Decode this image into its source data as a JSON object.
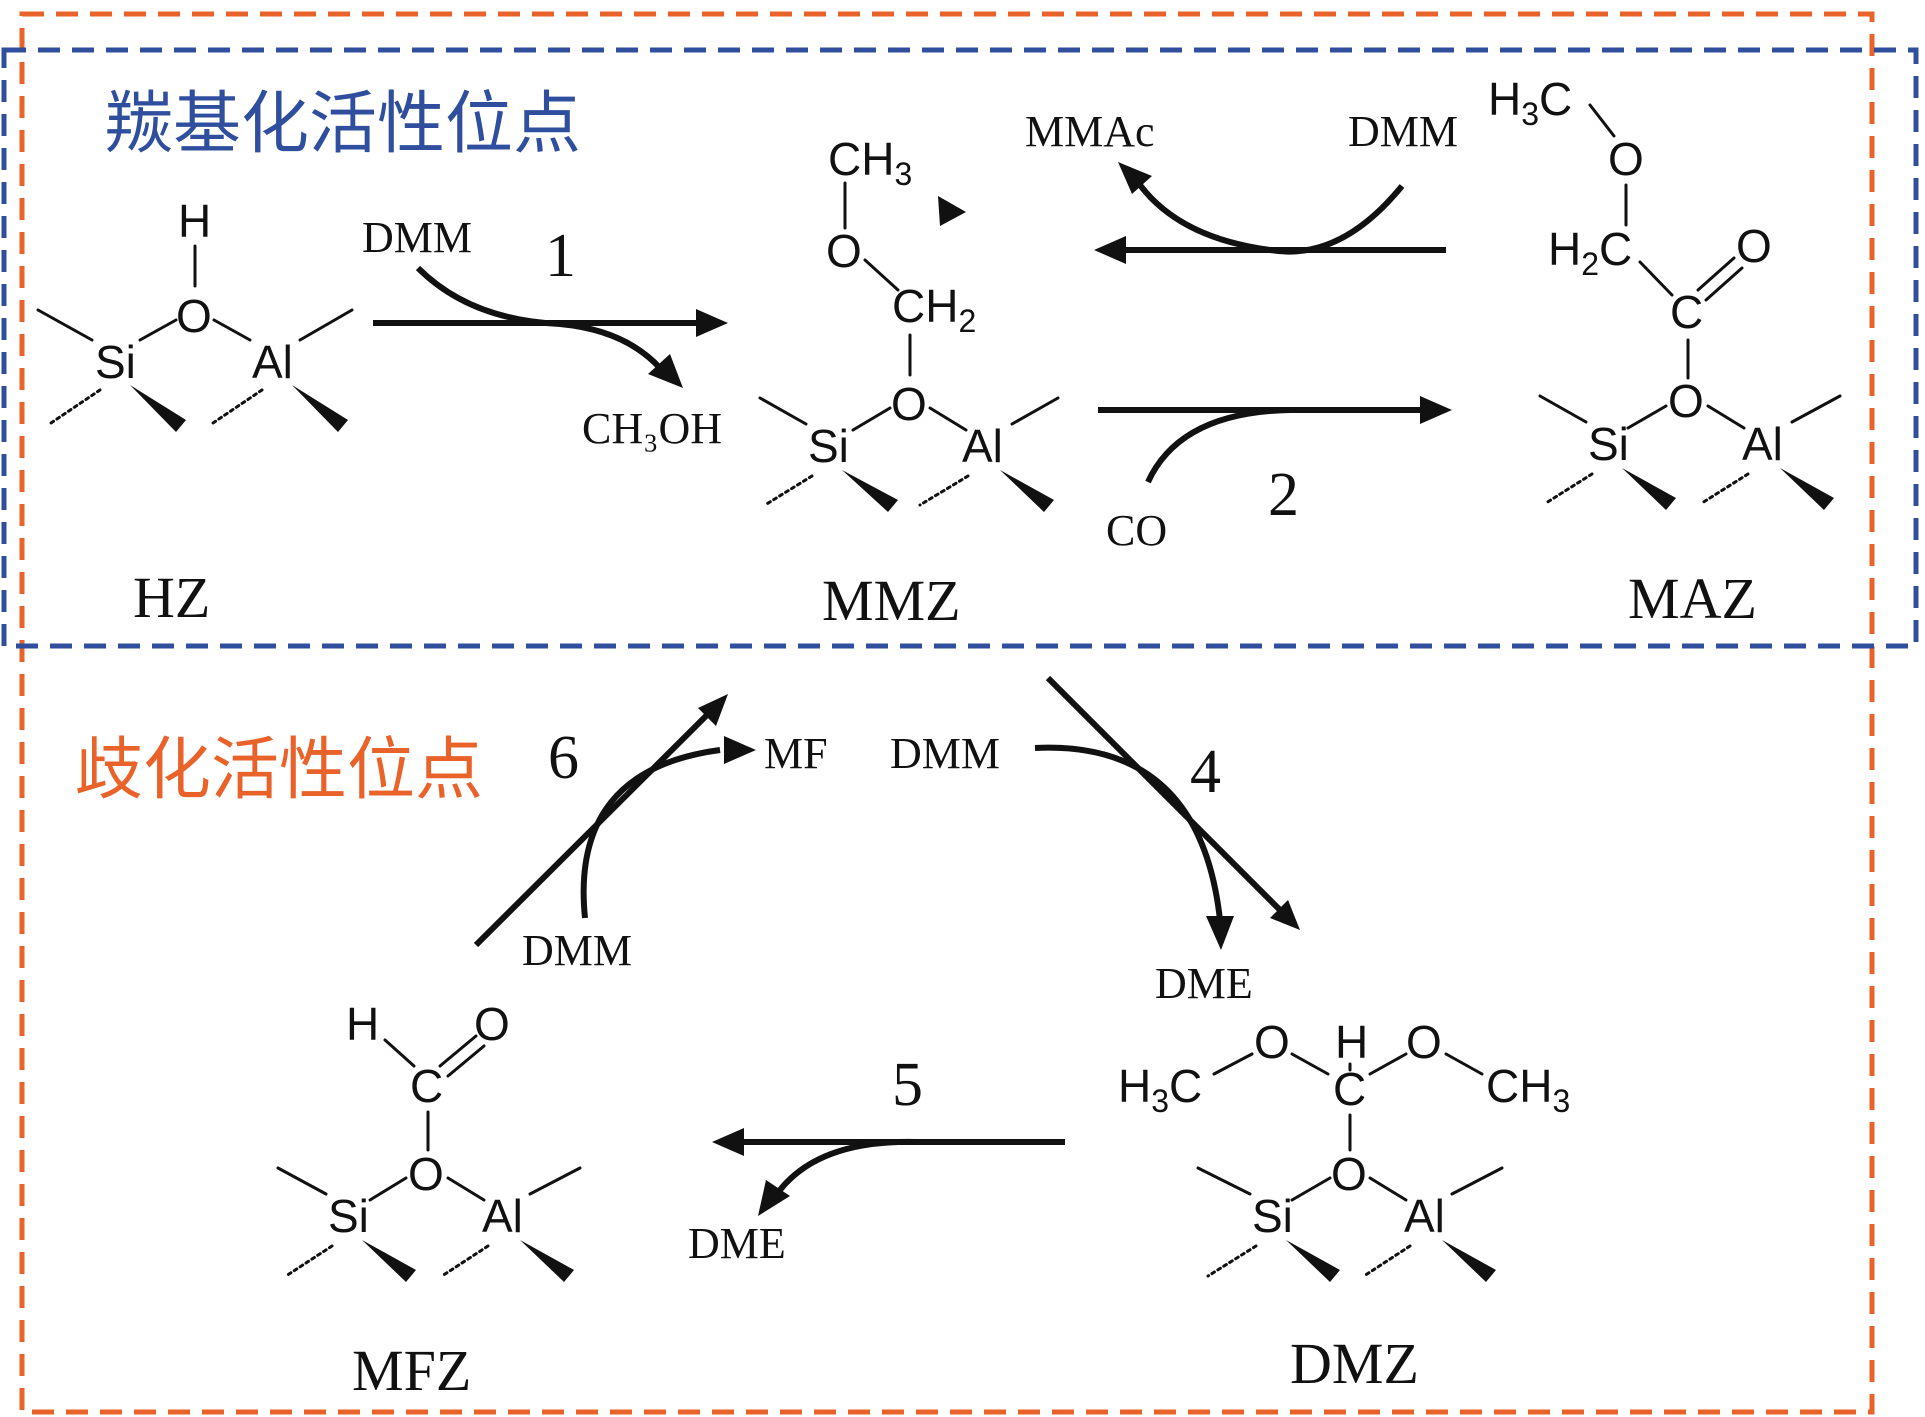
{
  "colors": {
    "carbonylation_box": "#2f4f9e",
    "isomerization_box": "#e8622a",
    "ink": "#111111"
  },
  "regions": {
    "carbonylation_title": "羰基化活性位点",
    "isomerization_title": "歧化活性位点"
  },
  "species": {
    "hz": "HZ",
    "mmz": "MMZ",
    "maz": "MAZ",
    "mfz": "MFZ",
    "dmz": "DMZ"
  },
  "steps": {
    "s1": "1",
    "s2": "2",
    "s4": "4",
    "s5": "5",
    "s6": "6"
  },
  "reagents": {
    "dmm_1": "DMM",
    "ch3oh": "CH₃OH",
    "co": "CO",
    "mmac": "MMAc",
    "dmm_3": "DMM",
    "dmm_4": "DMM",
    "dme_4": "DME",
    "dme_5": "DME",
    "dmm_6": "DMM",
    "mf": "MF"
  },
  "atoms": {
    "si": "Si",
    "al": "Al",
    "o": "O",
    "h": "H",
    "c": "C",
    "ch3": "CH",
    "ch2": "CH",
    "h3c": "H",
    "h2c": "H",
    "sub3": "3",
    "sub2": "2"
  }
}
